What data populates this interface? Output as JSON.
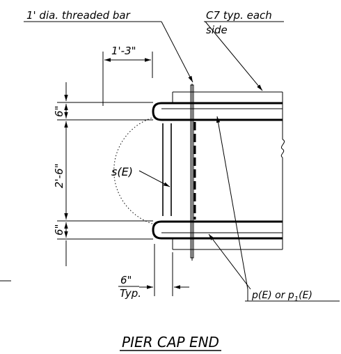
{
  "labels": {
    "threaded_bar": "1' dia. threaded bar",
    "c7_line1": "C7 typ. each",
    "c7_line2": "side",
    "dim_top": "1'-3\"",
    "dim_6_upper": "6\"",
    "dim_2_6": "2'-6\"",
    "dim_6_lower": "6\"",
    "s_e": "s(E)",
    "typ_6": "6\"",
    "typ_word": "Typ.",
    "p_prefix": "p(E) or p",
    "p_sub": "1",
    "p_suffix": "(E)",
    "title": "PIER CAP END"
  }
}
